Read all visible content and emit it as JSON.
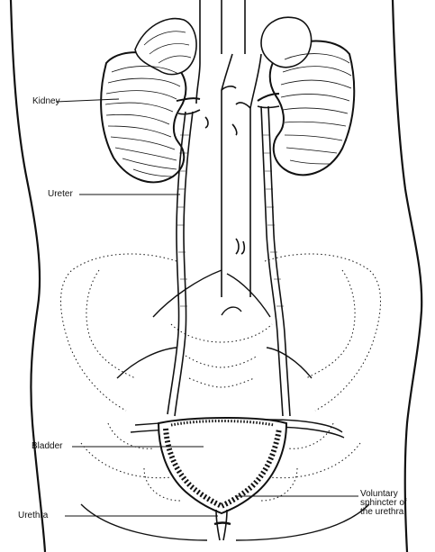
{
  "labels": {
    "kidney": "Kidney",
    "ureter": "Ureter",
    "bladder": "Bladder",
    "urethra": "Urethra",
    "sphincter_line1": "Voluntary",
    "sphincter_line2": "sphincter of",
    "sphincter_line3": "the urethra"
  },
  "colors": {
    "ink": "#111111",
    "paper": "#ffffff"
  }
}
